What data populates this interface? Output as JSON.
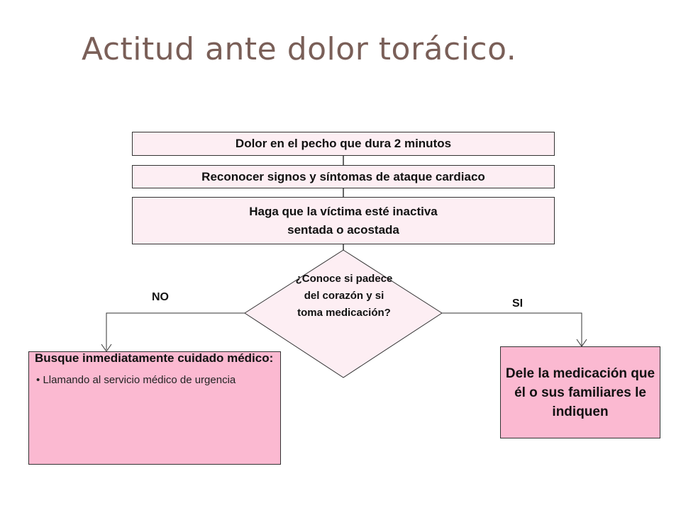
{
  "title": "Actitud ante dolor torácico.",
  "flow": {
    "step1": "Dolor en el pecho que dura 2 minutos",
    "step2": "Reconocer signos y síntomas de ataque cardiaco",
    "step3_line1": "Haga que la víctima esté inactiva",
    "step3_line2": "sentada o acostada",
    "decision": "¿Conoce si padece del corazón y si toma medicación?",
    "no_label": "NO",
    "yes_label": "SI",
    "no_branch": {
      "heading": "Busque inmediatamente cuidado médico:",
      "bullet": "Llamando al servicio médico de urgencia"
    },
    "yes_branch": "Dele la medicación que él o sus familiares le indiquen"
  },
  "colors": {
    "light_box": "#fdeef3",
    "pink_box": "#fbb9d1",
    "title": "#7a5f58"
  }
}
